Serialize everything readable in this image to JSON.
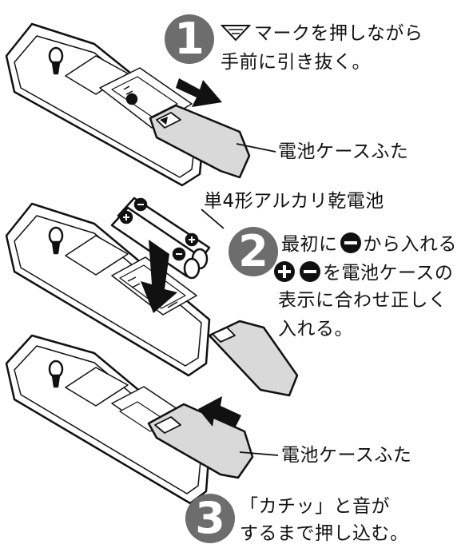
{
  "step1": {
    "number": "1",
    "line1_text": "マークを押しながら",
    "line2": "手前に引き抜く。",
    "mark_icon": "down-triangle-mark-icon"
  },
  "cover_label_1": "電池ケースふた",
  "battery_label": "単4形アルカリ乾電池",
  "step2": {
    "number": "2",
    "line1_a": "最初に",
    "line1_b": "から入れる",
    "line2_text": "を電池ケースの",
    "line3": "表示に合わせ正しく",
    "line4": "入れる。",
    "minus_icon": "minus-terminal-icon",
    "plus_icon": "plus-terminal-icon"
  },
  "cover_label_2": "電池ケースふた",
  "step3": {
    "number": "3",
    "line1": "「カチッ」と音が",
    "line2": "するまで押し込む。"
  },
  "colors": {
    "badge": "#6d6d6d",
    "cover_fill": "#d9d9d9",
    "arrow": "#111111",
    "outline": "#111111"
  }
}
